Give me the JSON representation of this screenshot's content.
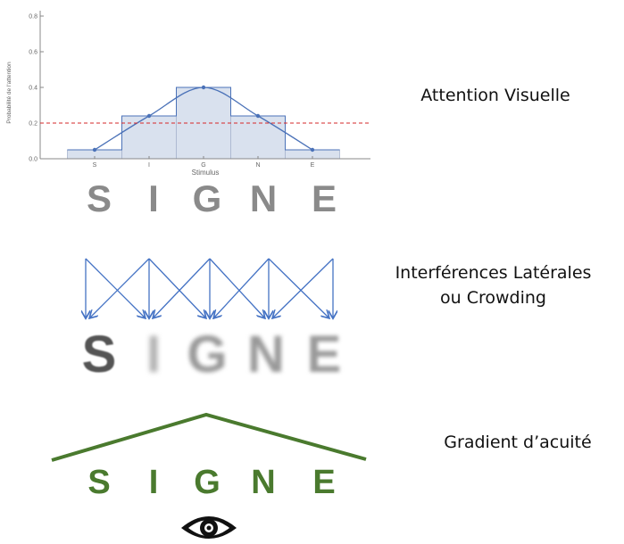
{
  "chart_data": {
    "type": "step-area-line",
    "categories": [
      "S",
      "I",
      "G",
      "N",
      "E"
    ],
    "values": [
      0.05,
      0.24,
      0.4,
      0.24,
      0.05
    ],
    "threshold": 0.2,
    "ylim": [
      0,
      0.8
    ],
    "yticks": [
      "0.0",
      "0.2",
      "0.4",
      "0.6",
      "0.8"
    ],
    "xlabel": "Stimulus",
    "ylabel": "Probabilité de l'attention",
    "colors": {
      "area": "#d9e1ee",
      "line": "#4b72b8",
      "threshold": "#d62728"
    }
  },
  "word": [
    "S",
    "I",
    "G",
    "N",
    "E"
  ],
  "labels": {
    "attention": "Attention Visuelle",
    "crowding_line1": "Interférences Latérales",
    "crowding_line2": "ou Crowding",
    "acuity": "Gradient d’acuité"
  },
  "colors": {
    "gray_letters": "#8a8a8a",
    "green": "#4a7a2e",
    "arrows": "#4472c4"
  },
  "icons": {
    "eye": "eye-icon"
  }
}
